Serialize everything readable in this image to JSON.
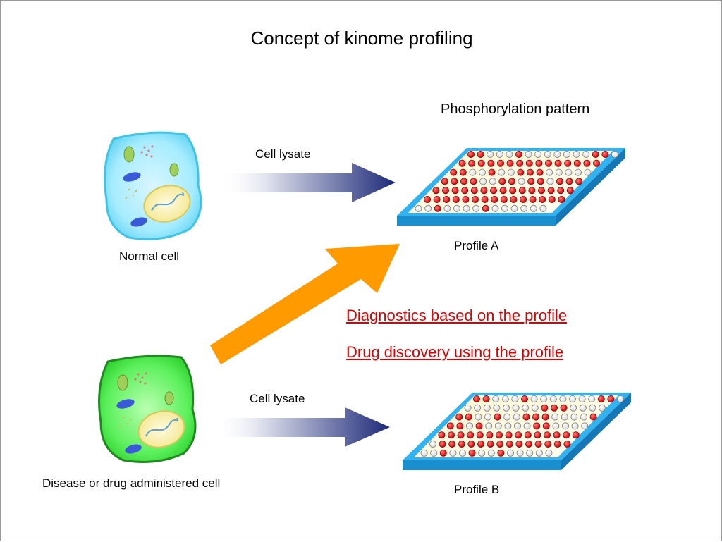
{
  "title": "Concept of kinome profiling",
  "pattern_heading": "Phosphorylation pattern",
  "cells": {
    "normal": {
      "label": "Normal cell"
    },
    "disease": {
      "label": "Disease or drug administered cell"
    }
  },
  "arrows": {
    "top_label": "Cell lysate",
    "bottom_label": "Cell lysate"
  },
  "profiles": {
    "a": {
      "label": "Profile A",
      "rows": [
        "RRWWWRWWWWWWWRRW",
        "RRRRRRRRRRRRRRR",
        "RRWWRWWRRRWWWWW",
        "RRRRWWRRWRRWRRR",
        "RRRRRRRRRRRRRRR",
        "RRRRRRRRRRRRRRR",
        "WWRWWWWRWWWWWW"
      ]
    },
    "b": {
      "label": "Profile B",
      "rows": [
        "RRWWWRWWWWWWWRRW",
        "WWWWWWWWRRRWWWW",
        "RRWWRWWRRRWWWWR",
        "RRWRWWWWWRRWWWW",
        "RRRRRRRRRRRRRRR",
        "WRRRRRRRRRRRRRR",
        "WWRWWRWWRWWWWW"
      ]
    }
  },
  "links": {
    "diagnostics": "Diagnostics based on the profile",
    "drug_discovery": "Drug discovery using the profile"
  },
  "colors": {
    "normal_cell_fill": "#7fe0f7",
    "disease_cell_fill": "#3fe03f",
    "orange_arrow": "#ff9a00",
    "navy_arrow": "#1e2a78",
    "plate_blue": "#2aa8e8",
    "dot_red": "#e00000",
    "link_red": "#e00000"
  }
}
